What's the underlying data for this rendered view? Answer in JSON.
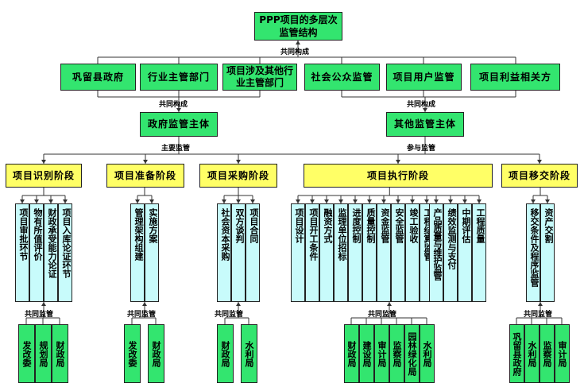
{
  "root": "PPP项目的多层次监管结构",
  "labels": {
    "gongtong_goucheng": "共同构成",
    "zhuyao_jianguan": "主要监管",
    "canyu_jianguan": "参与监管",
    "gongtong_jianguan": "共同监管"
  },
  "subjects": [
    "巩留县政府",
    "行业主管部门",
    "项目涉及其他行业主管部门",
    "社会公众监管",
    "项目用户监管",
    "项目利益相关方"
  ],
  "mains": {
    "gov": "政府监管主体",
    "other": "其他监管主体"
  },
  "stages": [
    {
      "name": "项目识别阶段",
      "items": [
        "项目审批环节",
        "物有所值评价",
        "财政承受能力论证",
        "项目入库论证环节"
      ],
      "bureaus": [
        "发改委",
        "规划局",
        "财政局"
      ]
    },
    {
      "name": "项目准备阶段",
      "items": [
        "管理架构组建",
        "实施方案"
      ],
      "bureaus": [
        "发改委",
        "财政局"
      ]
    },
    {
      "name": "项目采购阶段",
      "items": [
        "社会资本采购",
        "双方谈判",
        "项目合同"
      ],
      "bureaus": [
        "财政局",
        "水利局"
      ]
    },
    {
      "name": "项目执行阶段",
      "items": [
        "项目设计",
        "项目开工条件",
        "融资方式",
        "监理单位招标",
        "进度控制",
        "质量控制",
        "资金监管",
        "安全监管",
        "竣工验收",
        "工程结算监管",
        "产品质量与维护监管",
        "绩效监测与支付",
        "中期评估",
        "工程质量"
      ],
      "bureaus": [
        "财政局",
        "建设局",
        "审计局",
        "监察局",
        "园林绿化局",
        "水利局"
      ]
    },
    {
      "name": "项目移交阶段",
      "items": [
        "移交条件及程序监管",
        "资产交割"
      ],
      "bureaus": [
        "巩留县政府",
        "水利局",
        "监察局",
        "审计局"
      ]
    }
  ]
}
